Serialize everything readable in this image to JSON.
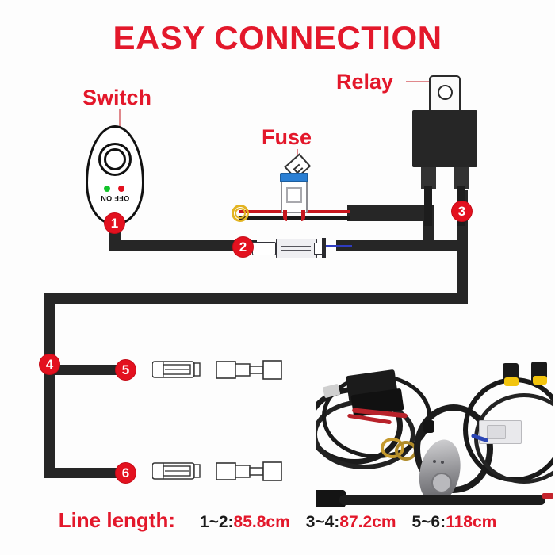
{
  "page": {
    "title": "EASY CONNECTION",
    "background": "#fdfdfd",
    "accent_red": "#e3182b"
  },
  "labels": {
    "switch": "Switch",
    "fuse": "Fuse",
    "relay": "Relay"
  },
  "switch_component": {
    "led_text": "OFF ON",
    "led_on_color": "#13c32b",
    "led_off_color": "#e3111f"
  },
  "badges": [
    {
      "number": "1"
    },
    {
      "number": "2"
    },
    {
      "number": "3"
    },
    {
      "number": "4"
    },
    {
      "number": "5"
    },
    {
      "number": "6"
    }
  ],
  "footer": {
    "title": "Line length:",
    "entries": [
      {
        "key": "1~2:",
        "value": "85.8cm"
      },
      {
        "key": "3~4:",
        "value": "87.2cm"
      },
      {
        "key": "5~6:",
        "value": "118cm"
      }
    ]
  }
}
